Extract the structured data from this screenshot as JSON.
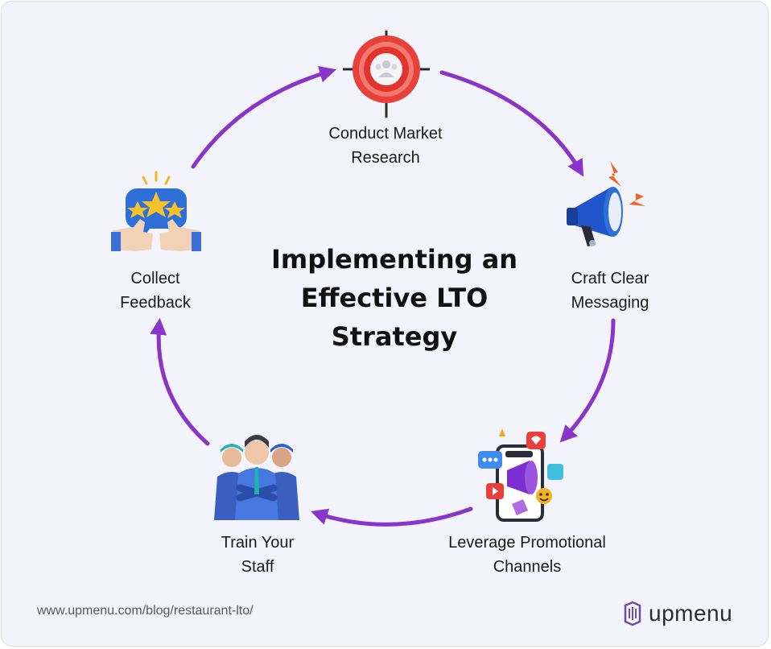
{
  "title": {
    "line1": "Implementing an",
    "line2": "Effective LTO",
    "line3": "Strategy"
  },
  "steps": [
    {
      "line1": "Conduct Market",
      "line2": "Research",
      "icon": "target-audience-icon"
    },
    {
      "line1": "Craft Clear",
      "line2": "Messaging",
      "icon": "megaphone-icon"
    },
    {
      "line1": "Leverage Promotional",
      "line2": "Channels",
      "icon": "social-media-phone-icon"
    },
    {
      "line1": "Train Your",
      "line2": "Staff",
      "icon": "team-staff-icon"
    },
    {
      "line1": "Collect",
      "line2": "Feedback",
      "icon": "stars-thumbs-up-icon"
    }
  ],
  "footer": {
    "url": "www.upmenu.com/blog/restaurant-lto/",
    "brand": "upmenu"
  },
  "colors": {
    "arrow": "#8a35c9",
    "background": "#f3f4fb",
    "accent_red": "#e8413b",
    "accent_blue": "#2f6fd8"
  }
}
